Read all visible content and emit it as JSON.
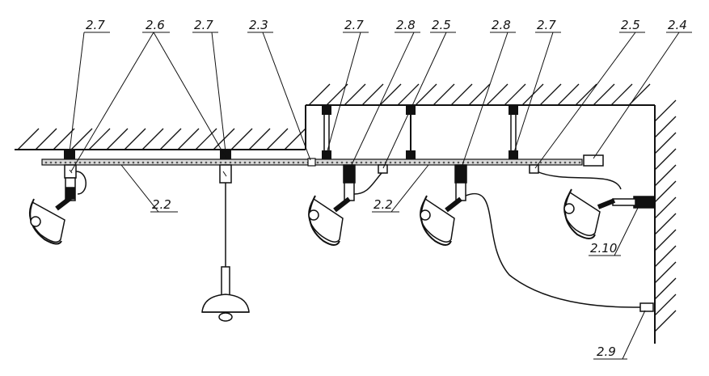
{
  "labels": {
    "l_27": "2.7",
    "l_26": "2.6",
    "l_23": "2.3",
    "l_28": "2.8",
    "l_25": "2.5",
    "l_24": "2.4",
    "l_22": "2.2",
    "l_210": "2.10",
    "l_29": "2.9"
  },
  "colors": {
    "ink": "#111111",
    "rail_fill": "#c8c8c8",
    "background": "#ffffff"
  }
}
